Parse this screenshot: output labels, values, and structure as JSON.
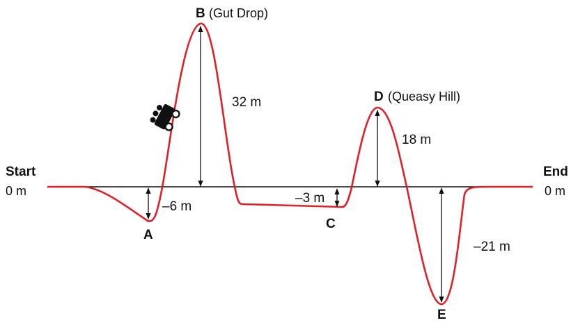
{
  "start": {
    "label": "Start",
    "height": "0 m"
  },
  "end": {
    "label": "End",
    "height": "0 m"
  },
  "points": {
    "A": {
      "letter": "A"
    },
    "B": {
      "letter": "B",
      "name": "(Gut Drop)"
    },
    "C": {
      "letter": "C"
    },
    "D": {
      "letter": "D",
      "name": "(Queasy Hill)"
    },
    "E": {
      "letter": "E"
    }
  },
  "measurements": {
    "A": "–6 m",
    "B": "32 m",
    "C": "–3 m",
    "D": "18 m",
    "E": "–21 m"
  },
  "colors": {
    "track": "#e21f26",
    "baseline": "#111111",
    "arrows": "#111111",
    "car": "#111111"
  }
}
